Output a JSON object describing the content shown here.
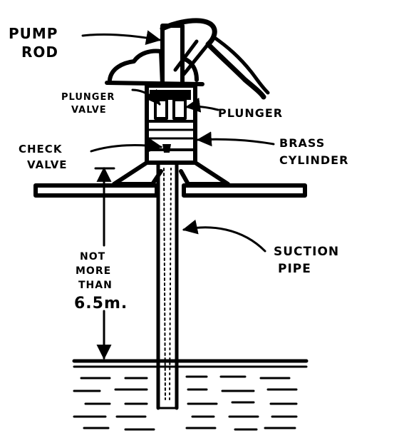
{
  "diagram": {
    "labels": {
      "pump_rod": [
        "PUMP",
        "ROD"
      ],
      "plunger_valve": [
        "PLUNGER",
        "VALVE"
      ],
      "plunger": "PLUNGER",
      "brass_cylinder": [
        "BRASS",
        "CYLINDER"
      ],
      "check_valve": [
        "CHECK",
        "VALVE"
      ],
      "suction_pipe": [
        "SUCTION",
        "PIPE"
      ],
      "height_note": [
        "NOT",
        "MORE",
        "THAN",
        "6.5m."
      ]
    },
    "colors": {
      "ink": "#000000",
      "background": "#ffffff"
    }
  }
}
